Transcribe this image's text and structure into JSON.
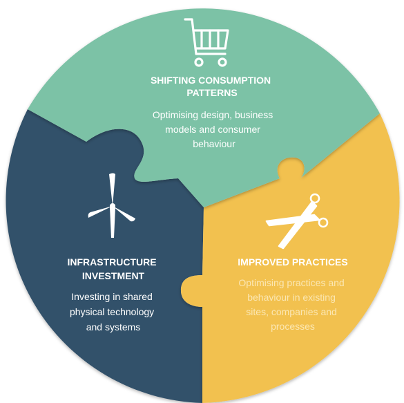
{
  "segments": {
    "top": {
      "title_lines": [
        "SHIFTING CONSUMPTION",
        "PATTERNS"
      ],
      "desc_lines": [
        "Optimising design, business",
        "models and consumer",
        "behaviour"
      ],
      "color": "#7cc2a6",
      "icon": "shopping-cart-icon"
    },
    "left": {
      "title_lines": [
        "INFRASTRUCTURE",
        "INVESTMENT"
      ],
      "desc_lines": [
        "Investing in shared",
        "physical technology",
        "and systems"
      ],
      "color": "#33516b",
      "icon": "wind-turbine-icon"
    },
    "right": {
      "title_lines": [
        "IMPROVED PRACTICES"
      ],
      "desc_lines": [
        "Optimising practices and",
        "behaviour in existing",
        "sites, companies and",
        "processes"
      ],
      "color": "#f2c14f",
      "icon": "scissors-icon"
    }
  }
}
